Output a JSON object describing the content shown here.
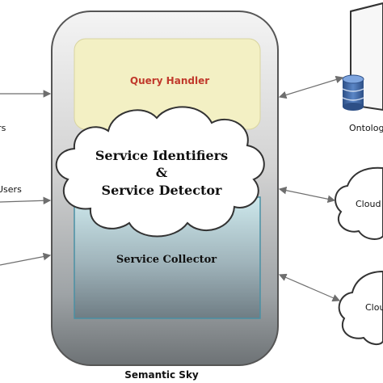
{
  "diagram": {
    "query_handler_label": "Query Handler",
    "cloud_center": {
      "line1": "Service Identifiers",
      "line2": "&",
      "line3": "Service Detector"
    },
    "service_collector_label": "Service Collector",
    "semantic_sky_label": "Semantic Sky",
    "left_labels": {
      "top_fragment": "irs",
      "middle_fragment": "Users"
    },
    "right_labels": {
      "ontology_fragment": "Ontology",
      "cloud_upper_fragment": "Cloud",
      "cloud_lower_fragment": "Clou"
    },
    "colors": {
      "query_handler_text": "#c0392b",
      "query_handler_fill": "#f3f0c4",
      "service_collector_fill": "#bcdde3",
      "outer_border": "#555555",
      "arrow": "#6e6e6e",
      "database": "#3d5f99"
    }
  }
}
